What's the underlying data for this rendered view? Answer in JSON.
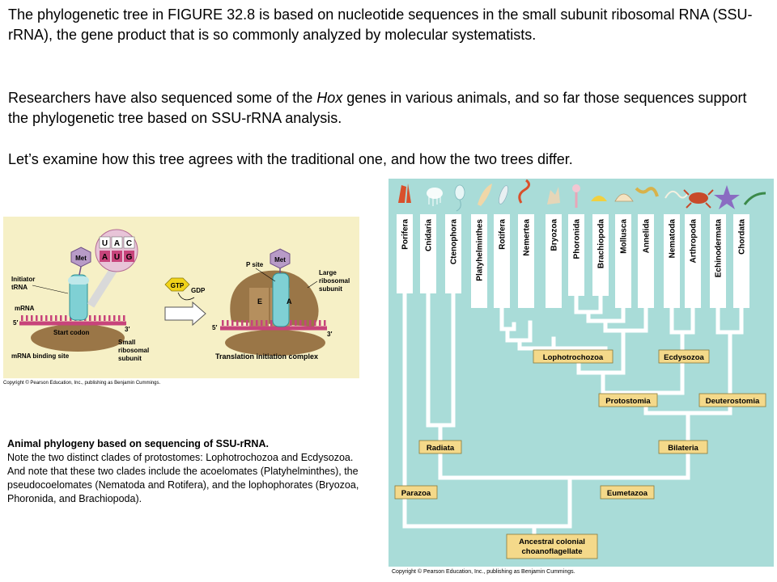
{
  "paragraphs": {
    "p1": "The phylogenetic tree in FIGURE 32.8 is based on nucleotide sequences in the small subunit ribosomal RNA (SSU-rRNA), the gene product that is so commonly analyzed by molecular systematists.",
    "p2_before": "Researchers have also sequenced some of the ",
    "p2_italic": "Hox",
    "p2_after": " genes in various animals, and so far those sequences support the phylogenetic tree based on SSU-rRNA analysis.",
    "p3": "Let’s examine how this tree agrees with the traditional one, and how the two trees differ."
  },
  "translation_figure": {
    "met": "Met",
    "codon_top": [
      "U",
      "A",
      "C"
    ],
    "codon_bottom": [
      "A",
      "U",
      "G"
    ],
    "initiator": "Initiator",
    "trna": "tRNA",
    "mrna": "mRNA",
    "five_prime": "5′",
    "three_prime": "3′",
    "start_codon": "Start codon",
    "mrna_binding_site": "mRNA binding site",
    "small_1": "Small",
    "small_2": "ribosomal",
    "small_3": "subunit",
    "gtp": "GTP",
    "gdp": "GDP",
    "p_site": "P site",
    "e_site": "E",
    "a_site": "A",
    "large_1": "Large",
    "large_2": "ribosomal",
    "large_3": "subunit",
    "complex": "Translation initiation complex",
    "credit": "Copyright © Pearson Education, Inc., publishing as Benjamin Cummings."
  },
  "caption": {
    "title": "Animal phylogeny based on sequencing of SSU-rRNA.",
    "body": "Note the two distinct clades of protostomes: Lophotrochozoa and Ecdysozoa. And note that these two clades include the acoelomates (Platyhelminthes), the pseudocoelomates (Nematoda and Rotifera), and the lophophorates (Bryozoa, Phoronida, and Brachiopoda)."
  },
  "phylogeny": {
    "taxa": [
      "Porifera",
      "Cnidaria",
      "Ctenophora",
      "Platyhelminthes",
      "Rotifera",
      "Nemertea",
      "Bryozoa",
      "Phoronida",
      "Brachiopoda",
      "Mollusca",
      "Annelida",
      "Nematoda",
      "Arthropoda",
      "Echinodermata",
      "Chordata"
    ],
    "clades": {
      "lophotrochozoa": "Lophotrochozoa",
      "ecdysozoa": "Ecdysozoa",
      "protostomia": "Protostomia",
      "deuterostomia": "Deuterostomia",
      "radiata": "Radiata",
      "bilateria": "Bilateria",
      "parazoa": "Parazoa",
      "eumetazoa": "Eumetazoa",
      "root_1": "Ancestral colonial",
      "root_2": "choanoflagellate"
    },
    "colors": {
      "background": "#a9dcd8",
      "branch": "#ffffff",
      "label_box": "#f4d98a"
    },
    "credit": "Copyright © Pearson Education, Inc., publishing as Benjamin Cummings."
  }
}
